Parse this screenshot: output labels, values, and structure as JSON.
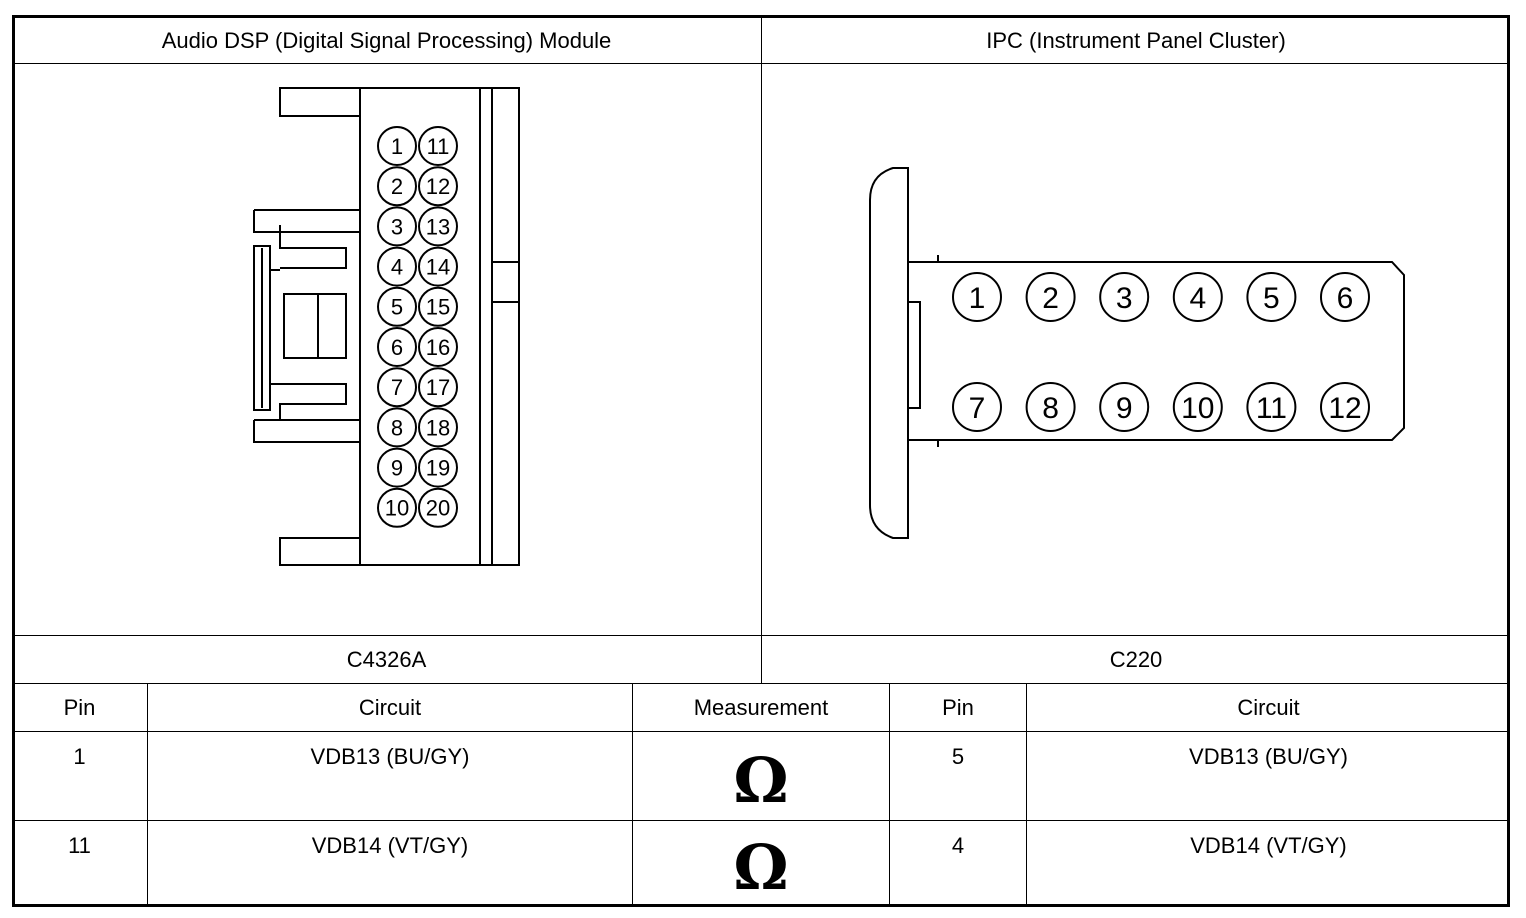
{
  "headers": {
    "left_module": "Audio DSP (Digital Signal Processing) Module",
    "right_module": "IPC (Instrument Panel Cluster)"
  },
  "connectors": {
    "left": {
      "id": "C4326A",
      "pins_left_column": [
        "1",
        "2",
        "3",
        "4",
        "5",
        "6",
        "7",
        "8",
        "9",
        "10"
      ],
      "pins_right_column": [
        "11",
        "12",
        "13",
        "14",
        "15",
        "16",
        "17",
        "18",
        "19",
        "20"
      ]
    },
    "right": {
      "id": "C220",
      "pins_top_row": [
        "1",
        "2",
        "3",
        "4",
        "5",
        "6"
      ],
      "pins_bottom_row": [
        "7",
        "8",
        "9",
        "10",
        "11",
        "12"
      ]
    }
  },
  "table": {
    "columns": {
      "pin_left": "Pin",
      "circuit_left": "Circuit",
      "measurement": "Measurement",
      "pin_right": "Pin",
      "circuit_right": "Circuit"
    },
    "rows": [
      {
        "pin_left": "1",
        "circuit_left": "VDB13 (BU/GY)",
        "measurement": "Ω",
        "pin_right": "5",
        "circuit_right": "VDB13 (BU/GY)"
      },
      {
        "pin_left": "11",
        "circuit_left": "VDB14 (VT/GY)",
        "measurement": "Ω",
        "pin_right": "4",
        "circuit_right": "VDB14 (VT/GY)"
      }
    ]
  }
}
